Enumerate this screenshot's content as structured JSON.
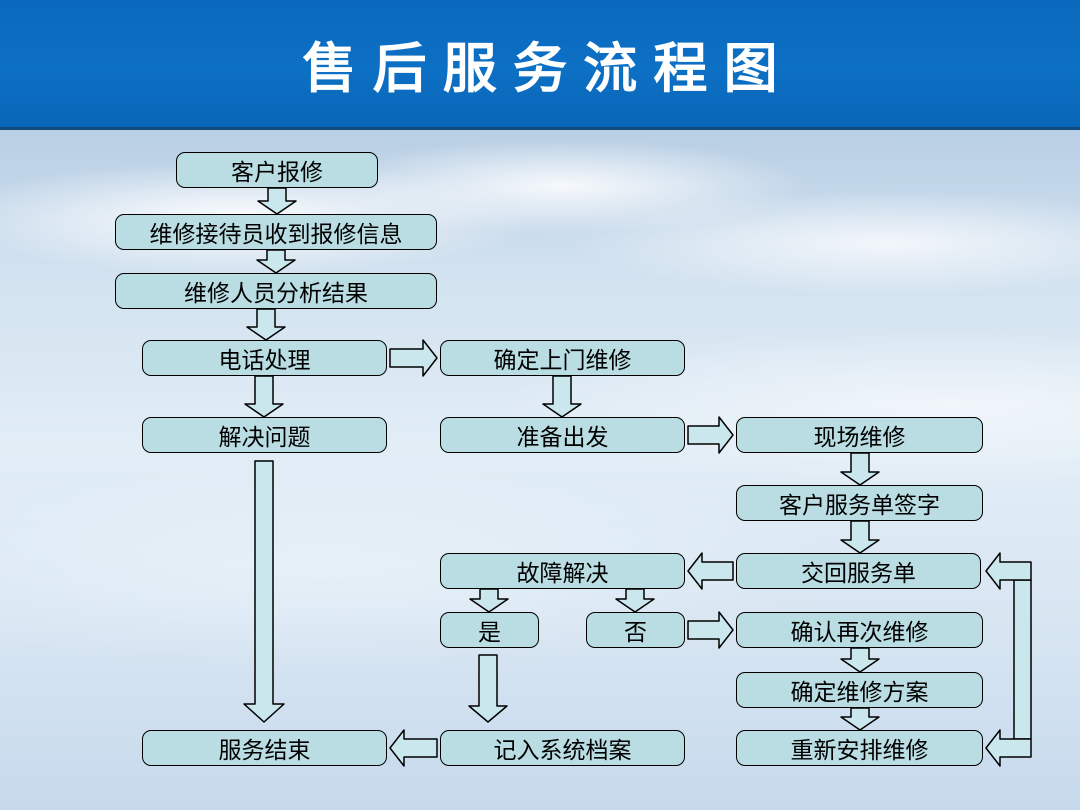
{
  "title": "售后服务流程图",
  "colors": {
    "banner_blue": "#0b6cc1",
    "banner_edge": "#114a7e",
    "node_fill": "#b9dde2",
    "arrow_fill": "#c9e7ec",
    "outline": "#000000",
    "title_text": "#ffffff",
    "node_text": "#000000"
  },
  "nodes": {
    "customer_report": "客户报修",
    "receive_info": "维修接待员收到报修信息",
    "analyze_result": "维修人员分析结果",
    "phone_handle": "电话处理",
    "confirm_onsite": "确定上门维修",
    "solve_problem": "解决问题",
    "prepare_depart": "准备出发",
    "onsite_repair": "现场维修",
    "customer_sign": "客户服务单签字",
    "fault_resolved": "故障解决",
    "return_sheet": "交回服务单",
    "yes": "是",
    "no": "否",
    "confirm_repeat_repair": "确认再次维修",
    "decide_repair_plan": "确定维修方案",
    "service_end": "服务结束",
    "record_to_system": "记入系统档案",
    "reschedule_repair": "重新安排维修"
  }
}
